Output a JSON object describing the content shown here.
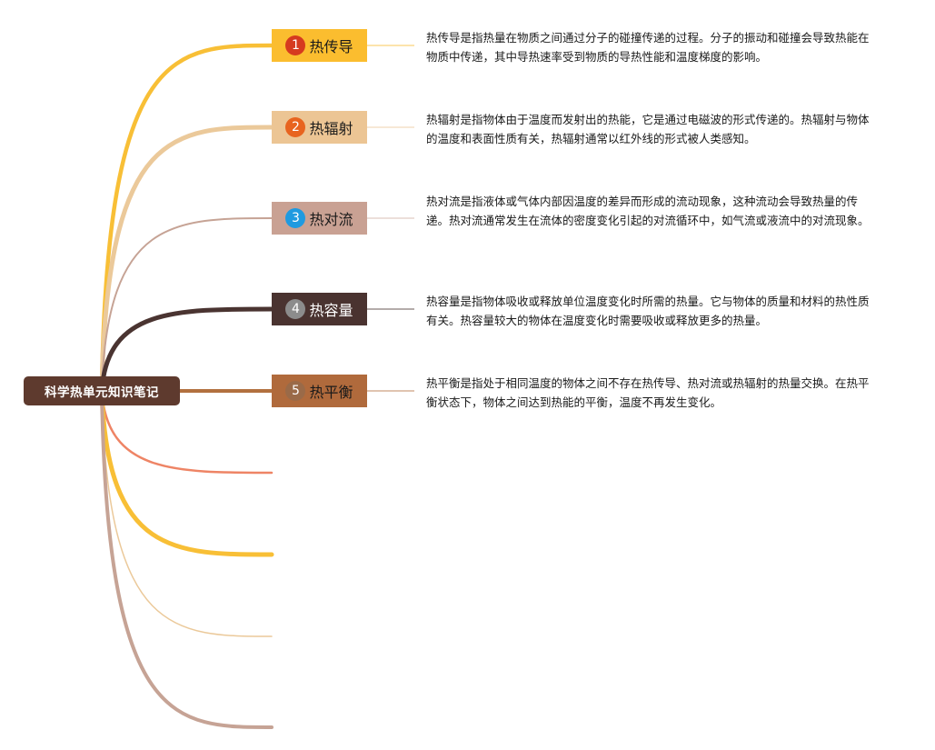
{
  "root": {
    "label": "科学热单元知识笔记"
  },
  "topics": [
    {
      "num": "1",
      "label": "热传导",
      "fill": "#fbbd2f",
      "text_color": "#1a1a1a",
      "badge_color": "#d63a1f",
      "branch_color": "#f8bf36",
      "note": "热传导是指热量在物质之间通过分子的碰撞传递的过程。分子的振动和碰撞会导致热能在物质中传递，其中导热速率受到物质的导热性能和温度梯度的影响。"
    },
    {
      "num": "2",
      "label": "热辐射",
      "fill": "#ecc594",
      "text_color": "#1a1a1a",
      "badge_color": "#e8641f",
      "branch_color": "#ebc99a",
      "note": "热辐射是指物体由于温度而发射出的热能，它是通过电磁波的形式传递的。热辐射与物体的温度和表面性质有关，热辐射通常以红外线的形式被人类感知。"
    },
    {
      "num": "3",
      "label": "热对流",
      "fill": "#c9a193",
      "text_color": "#1a1a1a",
      "badge_color": "#1f9ae0",
      "branch_color": "#c6a395",
      "note": "热对流是指液体或气体内部因温度的差异而形成的流动现象，这种流动会导致热量的传递。热对流通常发生在流体的密度变化引起的对流循环中，如气流或液流中的对流现象。"
    },
    {
      "num": "4",
      "label": "热容量",
      "fill": "#4a3330",
      "text_color": "#ffffff",
      "badge_color": "#8c8c8c",
      "branch_color": "#4a3431",
      "note": "热容量是指物体吸收或释放单位温度变化时所需的热量。它与物体的质量和材料的热性质有关。热容量较大的物体在温度变化时需要吸收或释放更多的热量。"
    },
    {
      "num": "5",
      "label": "热平衡",
      "fill": "#b06a3c",
      "text_color": "#1a1a1a",
      "badge_color": "#9a6a48",
      "branch_color": "#b2703f",
      "note": "热平衡是指处于相同温度的物体之间不存在热传导、热对流或热辐射的热量交换。在热平衡状态下，物体之间达到热能的平衡，温度不再发生变化。"
    }
  ],
  "empty_branches": [
    {
      "color": "#ee8465"
    },
    {
      "color": "#f8bf36"
    },
    {
      "color": "#ebc99a"
    },
    {
      "color": "#c6a395"
    }
  ]
}
